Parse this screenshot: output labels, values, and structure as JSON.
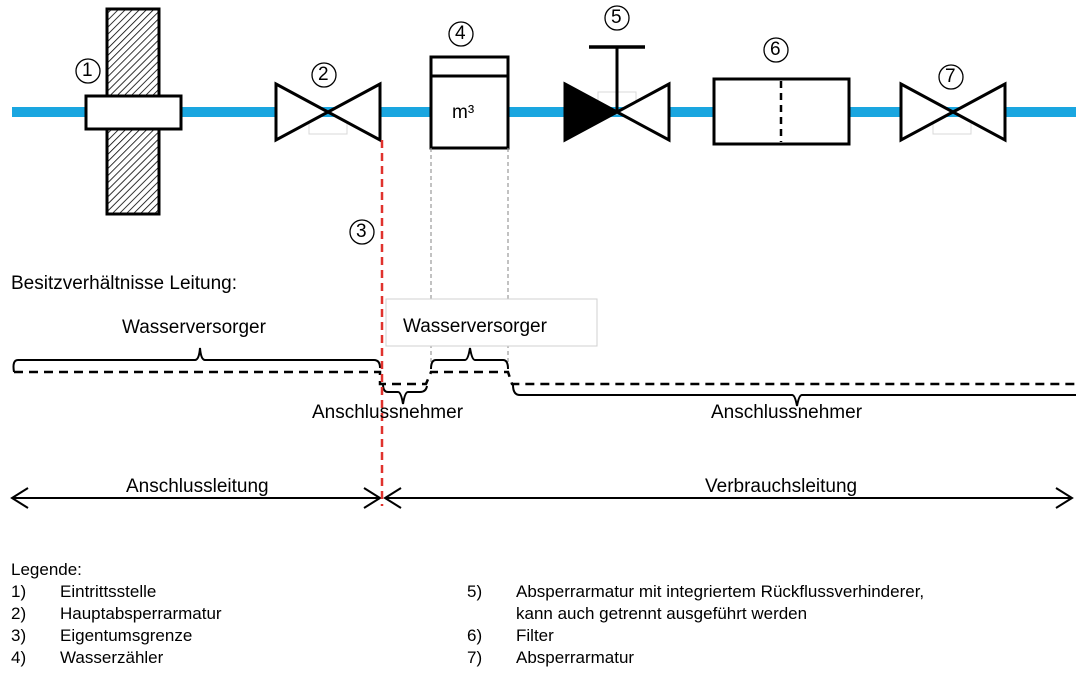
{
  "colors": {
    "pipe": "#1aa6e0",
    "boundary": "#e0322d",
    "guide": "#9a9a9a"
  },
  "components": [
    {
      "num": "1",
      "icon": "wall-entry-icon"
    },
    {
      "num": "2",
      "icon": "gate-valve-icon"
    },
    {
      "num": "3",
      "icon": "ownership-boundary-icon"
    },
    {
      "num": "4",
      "icon": "water-meter-icon",
      "unit": "m³"
    },
    {
      "num": "5",
      "icon": "valve-with-check-icon"
    },
    {
      "num": "6",
      "icon": "filter-icon"
    },
    {
      "num": "7",
      "icon": "gate-valve-icon"
    }
  ],
  "ownership": {
    "heading": "Besitzverhältnisse Leitung:",
    "supplier_left": "Wasserversorger",
    "supplier_meter": "Wasserversorger",
    "customer_short": "Anschlussnehmer",
    "customer_right": "Anschlussnehmer"
  },
  "sections": {
    "connection_line": "Anschlussleitung",
    "consumer_line": "Verbrauchsleitung"
  },
  "legend": {
    "title": "Legende:",
    "left": [
      {
        "num": "1)",
        "text": "Eintrittsstelle"
      },
      {
        "num": "2)",
        "text": "Hauptabsperrarmatur"
      },
      {
        "num": "3)",
        "text": "Eigentumsgrenze"
      },
      {
        "num": "4)",
        "text": "Wasserzähler"
      }
    ],
    "right": [
      {
        "num": "5)",
        "text": "Absperrarmatur mit integriertem Rückflussverhinderer,",
        "cont": "kann auch getrennt ausgeführt werden"
      },
      {
        "num": "6)",
        "text": "Filter"
      },
      {
        "num": "7)",
        "text": "Absperrarmatur"
      }
    ]
  }
}
